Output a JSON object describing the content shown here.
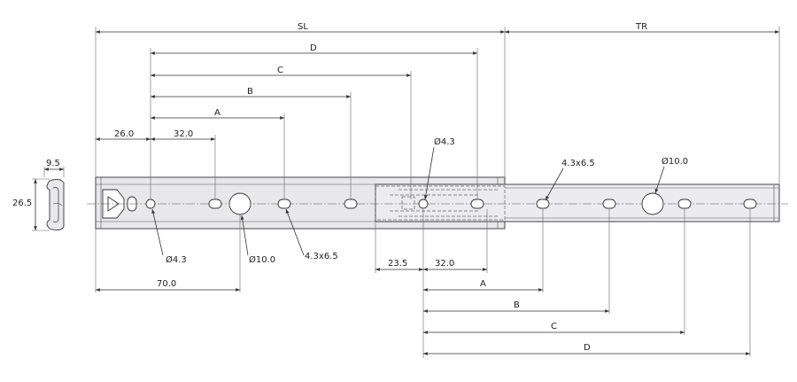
{
  "labels": {
    "SL": "SL",
    "TR": "TR",
    "D": "D",
    "C": "C",
    "B": "B",
    "A": "A",
    "d26_0": "26.0",
    "d32_0_top": "32.0",
    "d9_5": "9.5",
    "d26_5": "26.5",
    "hole4_3_top": "Ø4.3",
    "slot_top": "4.3x6.5",
    "hole10_top": "Ø10.0",
    "hole4_3_bottom": "Ø4.3",
    "hole10_bottom": "Ø10.0",
    "slot_bottom": "4.3x6.5",
    "d23_5": "23.5",
    "d32_0_bottom": "32.0",
    "d70_0": "70.0",
    "A_bottom": "A",
    "B_bottom": "B",
    "C_bottom": "C",
    "D_bottom": "D"
  }
}
